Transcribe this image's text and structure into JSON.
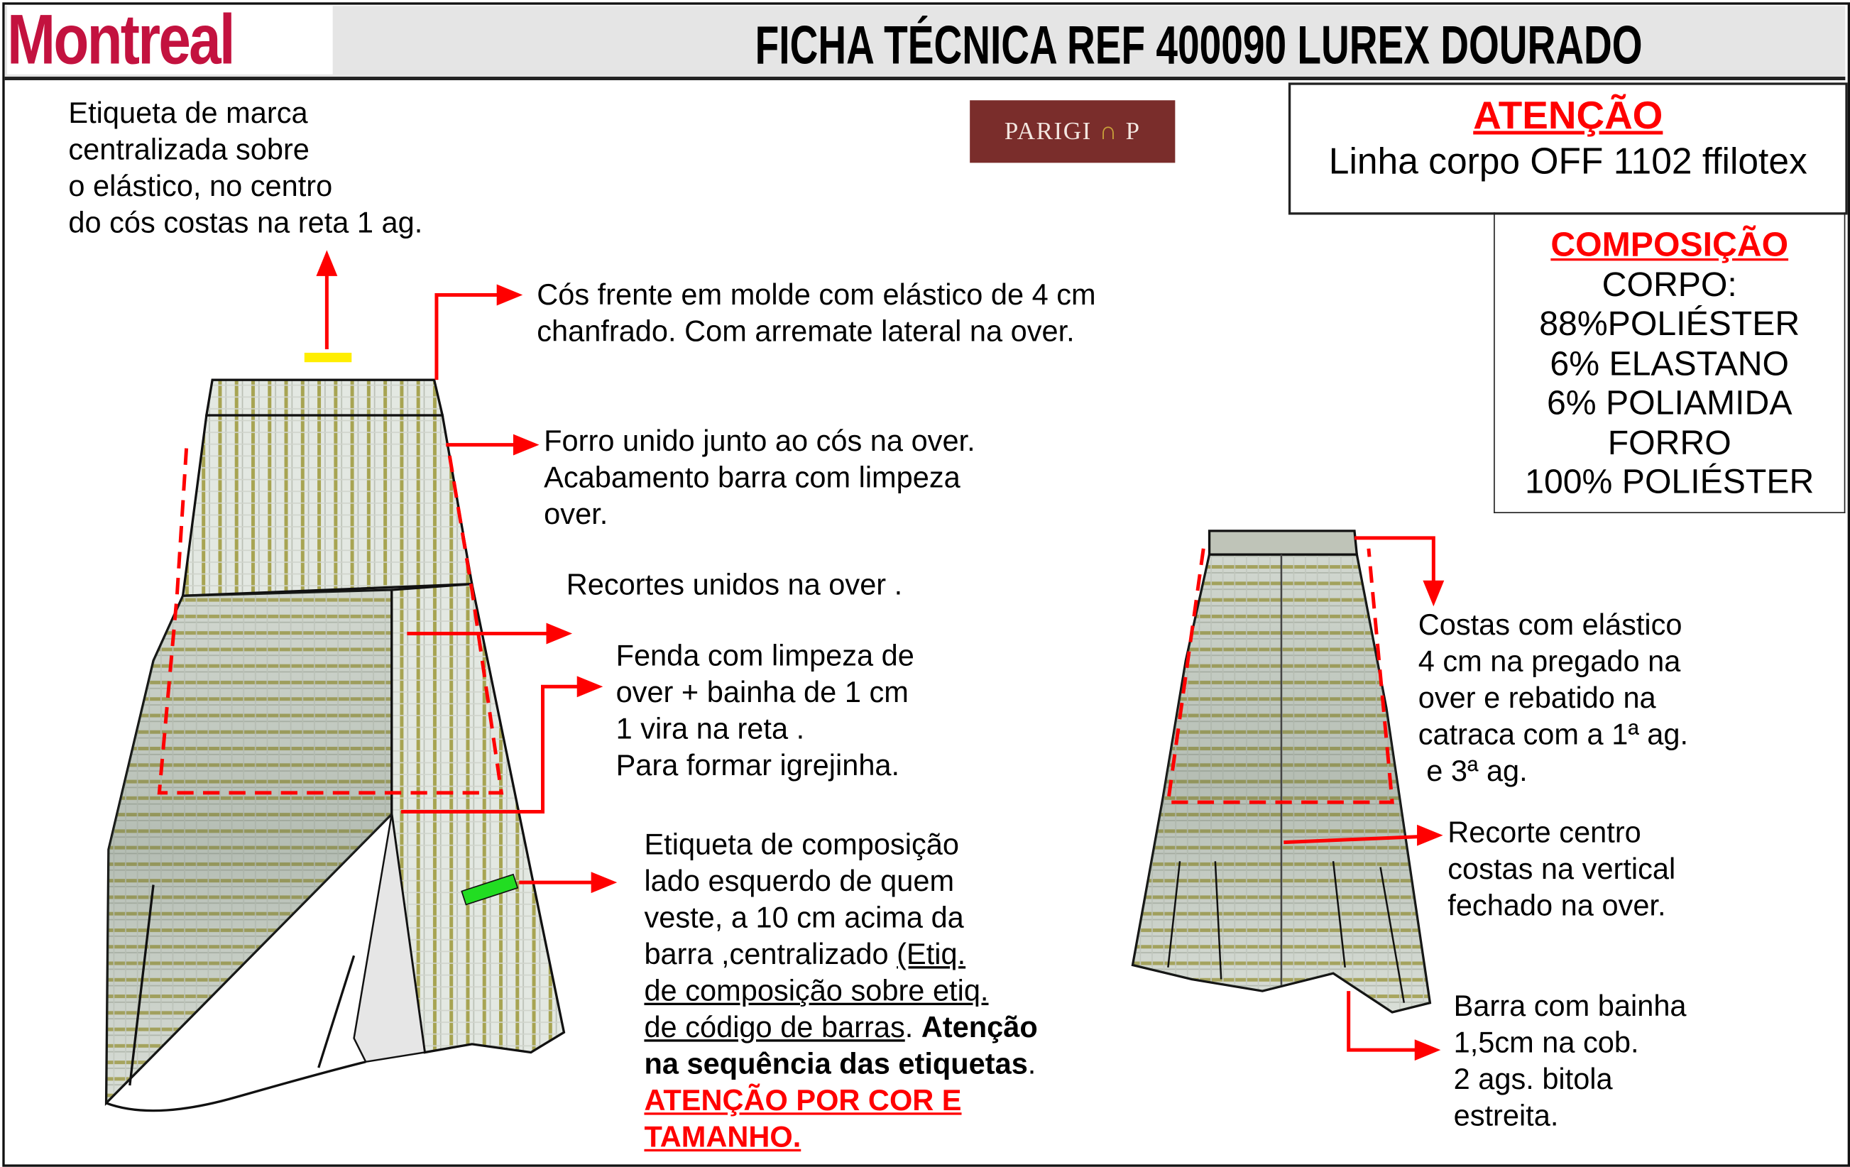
{
  "header": {
    "logo": "Montreal",
    "title": "FICHA TÉCNICA REF 400090 LUREX DOURADO"
  },
  "brand_label": {
    "text": "PARIGI",
    "size": "P"
  },
  "attention_box": {
    "heading": "ATENÇÃO",
    "text": "Linha corpo OFF 1102 ffilotex"
  },
  "composition_box": {
    "heading": "COMPOSIÇÃO",
    "lines": [
      "CORPO:",
      "88%POLIÉSTER",
      "6% ELASTANO",
      "6% POLIAMIDA",
      "FORRO",
      "100% POLIÉSTER"
    ]
  },
  "notes": {
    "brand_label_note": [
      "Etiqueta de marca",
      "centralizada sobre",
      "o elástico, no centro",
      "do cós costas na reta 1 ag."
    ],
    "front_waist": [
      "Cós frente em molde com elástico de 4 cm",
      "chanfrado. Com arremate lateral na over."
    ],
    "lining": [
      "Forro unido junto ao cós na over.",
      "Acabamento barra com limpeza",
      "over."
    ],
    "cuts": "Recortes unidos na over .",
    "slit": [
      "Fenda com limpeza de",
      "over + bainha de 1 cm",
      "1 vira na reta .",
      "Para formar igrejinha."
    ],
    "composition_label": {
      "line1": "Etiqueta de composição",
      "line2": "lado esquerdo de quem",
      "line3": "veste, a 10 cm acima da",
      "line4a": "barra ,centralizado ",
      "line4b": "(Etiq.",
      "line5": "de composição sobre etiq.",
      "line6a": "de código de barras",
      "line6b": ". ",
      "line6c": "Atenção",
      "line7a": "na sequência das etiquetas",
      "line7b": ".",
      "warning1": "ATENÇÃO POR COR E",
      "warning2": "TAMANHO."
    },
    "back_elastic": [
      "Costas com elástico",
      "4 cm na pregado na",
      "over e rebatido na",
      "catraca com a 1ª ag.",
      " e 3ª ag."
    ],
    "back_center": [
      "Recorte centro",
      "costas na vertical",
      "fechado na over."
    ],
    "hem": [
      "Barra com bainha",
      "1,5cm na cob.",
      "2 ags. bitola",
      "estreita."
    ]
  },
  "colors": {
    "brand": "#c3123f",
    "accent_red": "#ff0000",
    "stripe": "#a7a452",
    "label_marker": "#22dd22",
    "brand_marker": "#ffee00"
  }
}
